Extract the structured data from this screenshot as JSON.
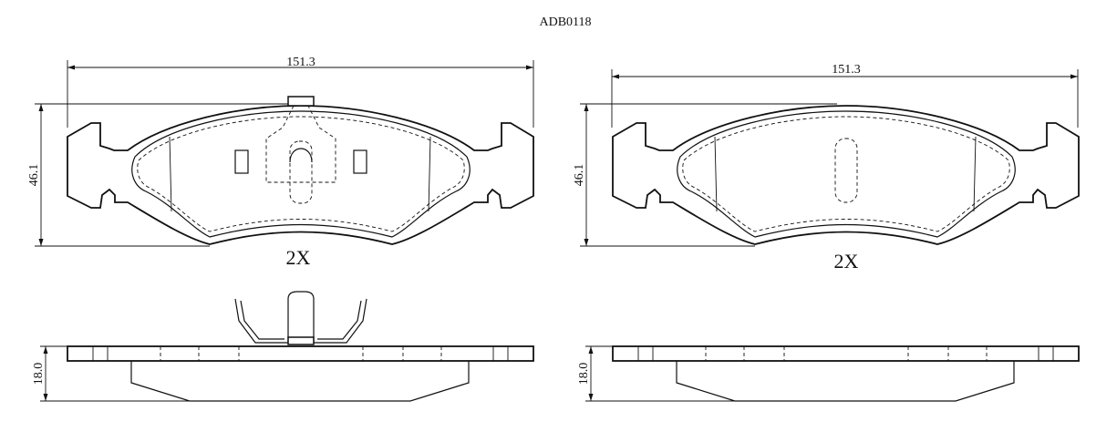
{
  "title": "ADB0118",
  "left_pad": {
    "width_dim": "151.3",
    "height_dim": "46.1",
    "quantity": "2X",
    "thickness_dim": "18.0"
  },
  "right_pad": {
    "width_dim": "151.3",
    "height_dim": "46.1",
    "quantity": "2X",
    "thickness_dim": "18.0"
  }
}
